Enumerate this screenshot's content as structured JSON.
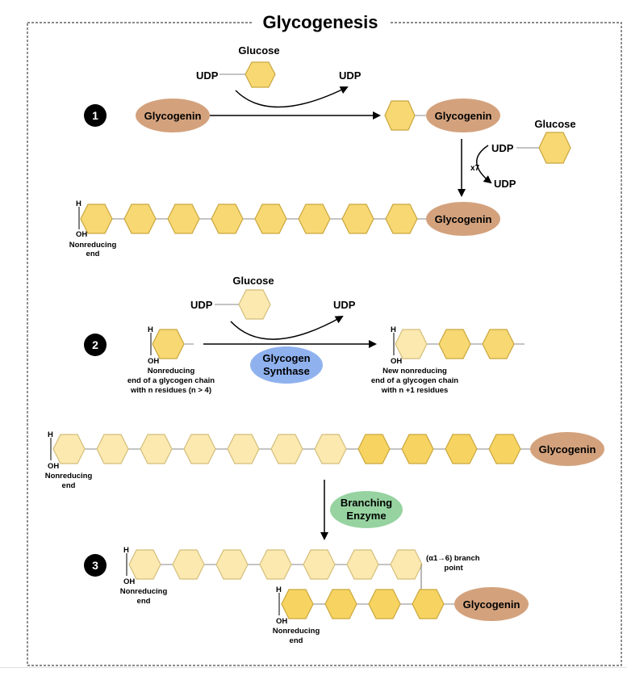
{
  "title": "Glycogenesis",
  "step_numbers": [
    "1",
    "2",
    "3"
  ],
  "labels": {
    "glucose": "Glucose",
    "udp": "UDP",
    "glycogenin": "Glycogenin",
    "x7": "x7",
    "h": "H",
    "oh": "OH",
    "nonreducing": "Nonreducing",
    "end": "end",
    "nonreducing_chain_line1": "Nonreducing",
    "nonreducing_chain_line2": "end of a glycogen chain",
    "nonreducing_chain_line3": "with n residues (n > 4)",
    "new_nonreducing_line1": "New nonreducing",
    "new_nonreducing_line2": "end of a glycogen chain",
    "new_nonreducing_line3": "with n +1 residues",
    "glycogen_synthase_line1": "Glycogen",
    "glycogen_synthase_line2": "Synthase",
    "branching_enzyme_line1": "Branching",
    "branching_enzyme_line2": "Enzyme",
    "branch_point_line1": "(α1→6) branch",
    "branch_point_line2": "point"
  },
  "colors": {
    "glycogenin": "#d3a27d",
    "glycogen_synthase": "#8fb2ef",
    "branching_enzyme": "#96d3a0",
    "glucose_dark": "#f7d461",
    "glucose_light": "#fbe9b0"
  }
}
